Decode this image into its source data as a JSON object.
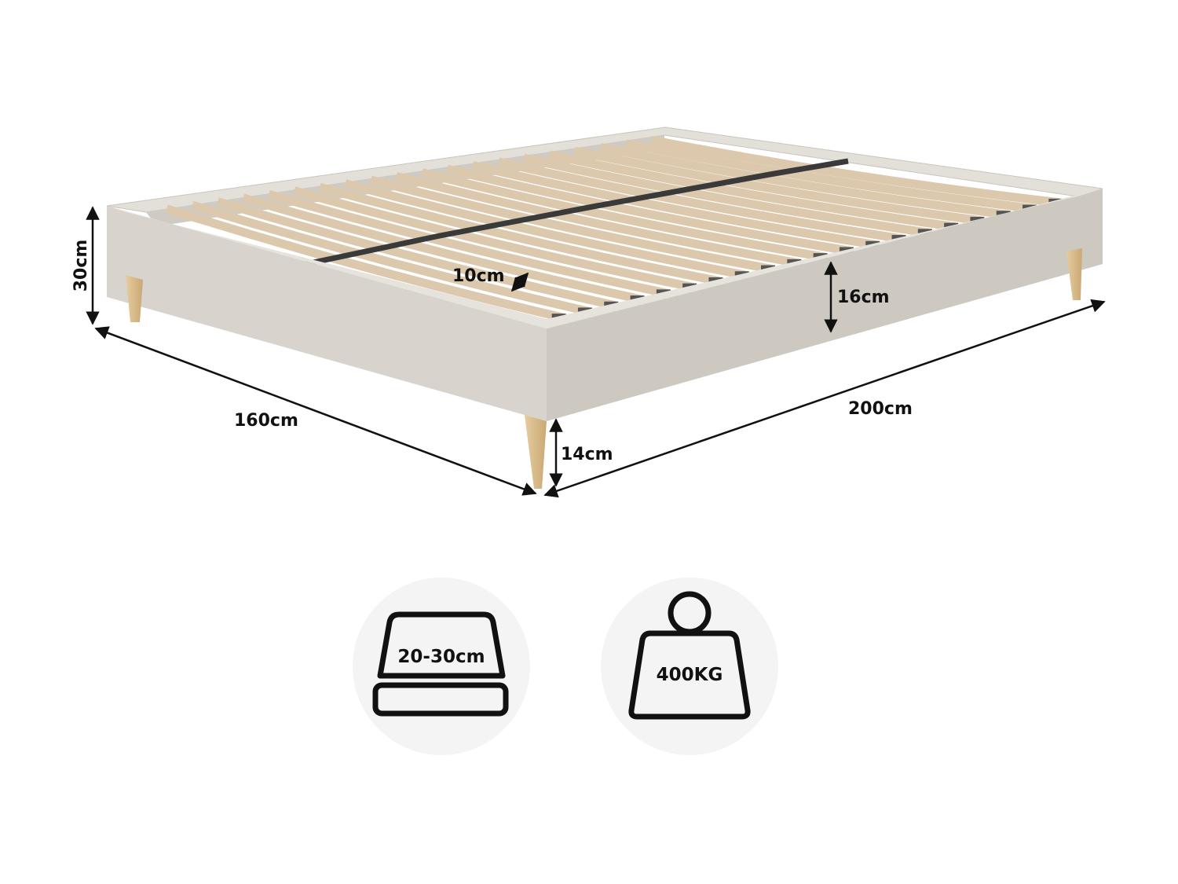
{
  "dimensions": {
    "total_height": "30cm",
    "slat_width": "10cm",
    "frame_height": "16cm",
    "width": "160cm",
    "length": "200cm",
    "leg_height": "14cm"
  },
  "features": {
    "mattress_thickness": "20-30cm",
    "max_load": "400KG"
  },
  "colors": {
    "frame": "#d8d4cd",
    "slat": "#dcc9ad",
    "leg": "#d6b887",
    "icon_background": "#f4f4f4",
    "line": "#111111"
  }
}
